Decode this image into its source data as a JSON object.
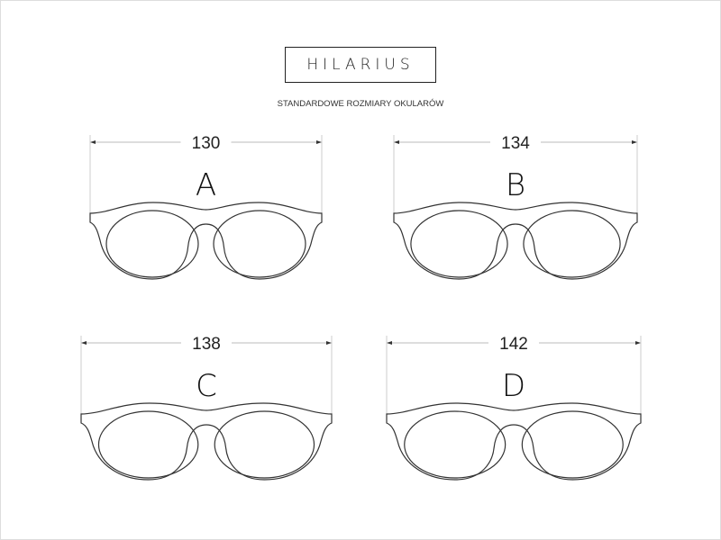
{
  "brand": "HILARIUS",
  "subtitle": "STANDARDOWE ROZMIARY OKULARÓW",
  "sizes": [
    {
      "letter": "A",
      "width": "130"
    },
    {
      "letter": "B",
      "width": "134"
    },
    {
      "letter": "C",
      "width": "138"
    },
    {
      "letter": "D",
      "width": "142"
    }
  ]
}
